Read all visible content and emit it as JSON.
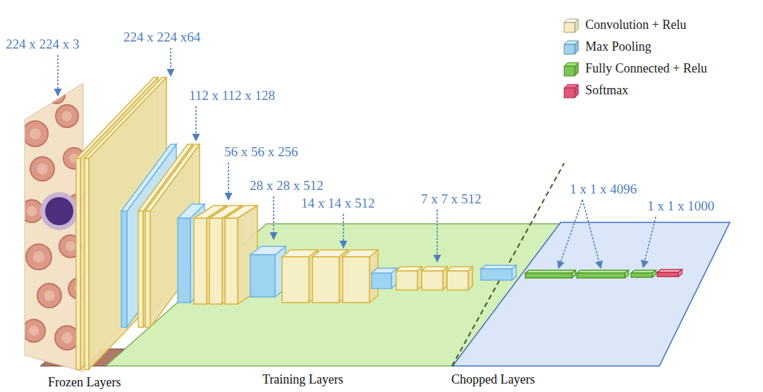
{
  "diagram": {
    "labels": [
      "224 x 224 x 3",
      "224 x 224 x64",
      "112 x 112 x 128",
      "56 x 56 x 256",
      "28 x 28 x 512",
      "14 x 14 x 512",
      "7 x 7 x 512",
      "1 x 1 x 4096",
      "1 x 1 x 1000",
      "Frozen Layers",
      "Training Layers",
      "Chopped Layers"
    ],
    "legend": [
      {
        "text": "Convolution + Relu",
        "color": "#f6eec4"
      },
      {
        "text": "Max Pooling",
        "color": "#9fd3f2"
      },
      {
        "text": "Fully Connected + Relu",
        "color": "#7cc653"
      },
      {
        "text": "Softmax",
        "color": "#e8557a"
      }
    ]
  }
}
